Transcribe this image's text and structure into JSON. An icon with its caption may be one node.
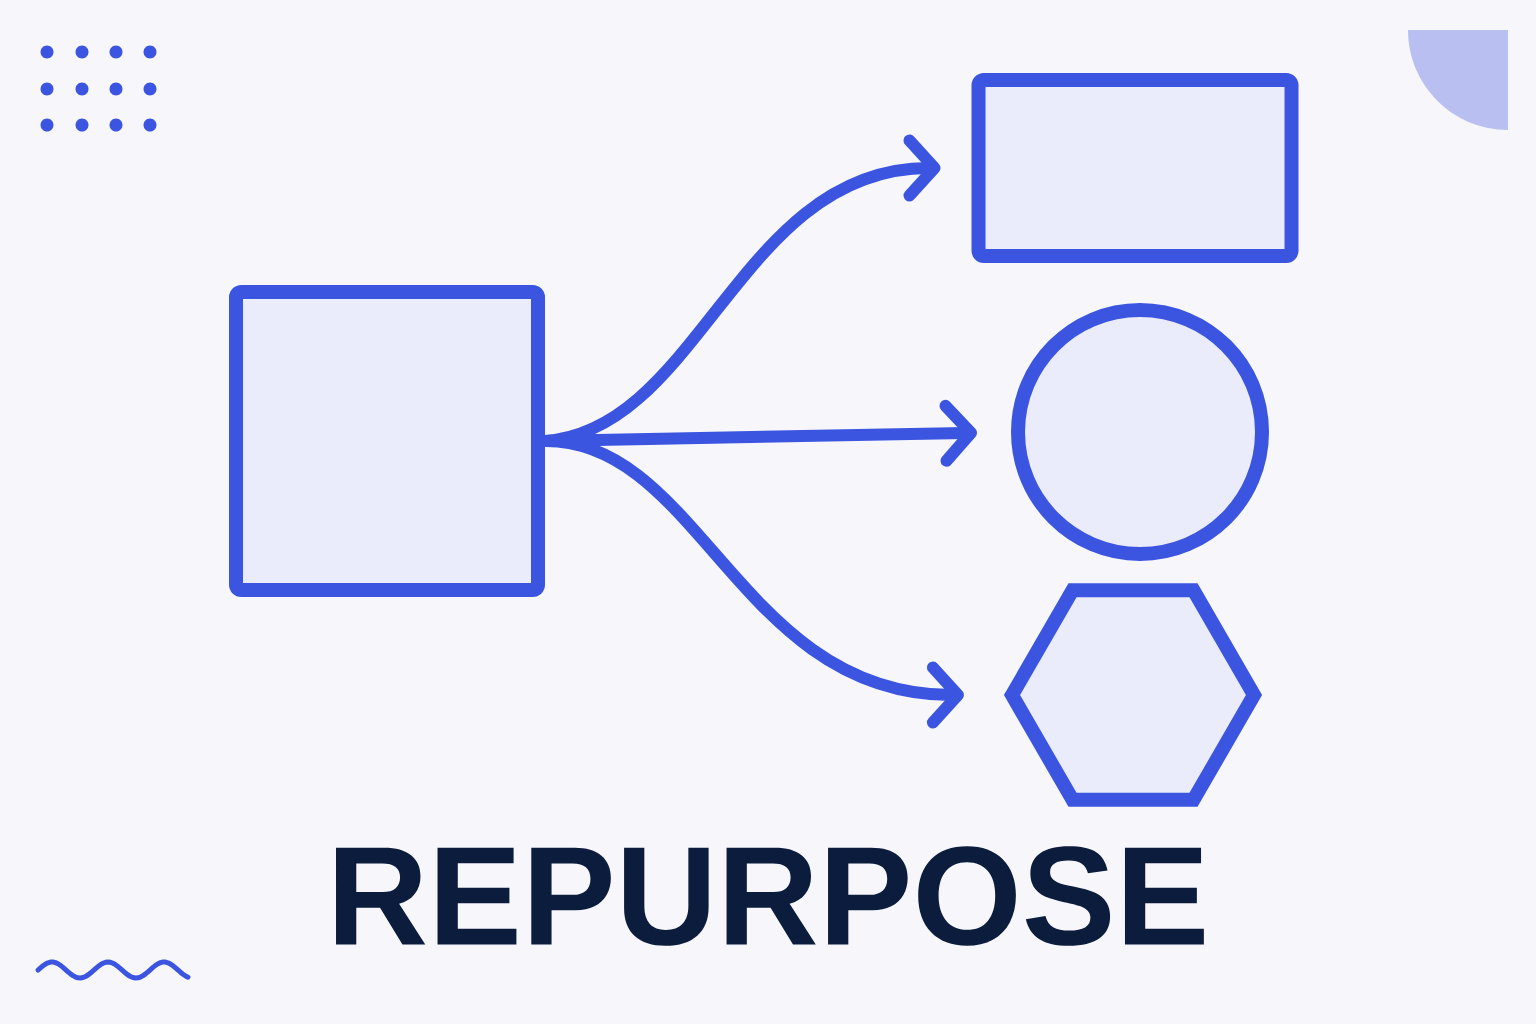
{
  "diagram": {
    "title": "REPURPOSE",
    "nodes": [
      {
        "text": [],
        "shape": "box"
      },
      {
        "text": [],
        "shape": "box"
      },
      {
        "text": [],
        "shape": "circle"
      },
      {
        "text": [],
        "shape": "hexagon"
      }
    ],
    "edges": [
      {
        "from": 0,
        "to": 1,
        "arrow": "to"
      },
      {
        "from": 0,
        "to": 2,
        "arrow": "to"
      },
      {
        "from": 0,
        "to": 3,
        "arrow": "to"
      }
    ]
  }
}
